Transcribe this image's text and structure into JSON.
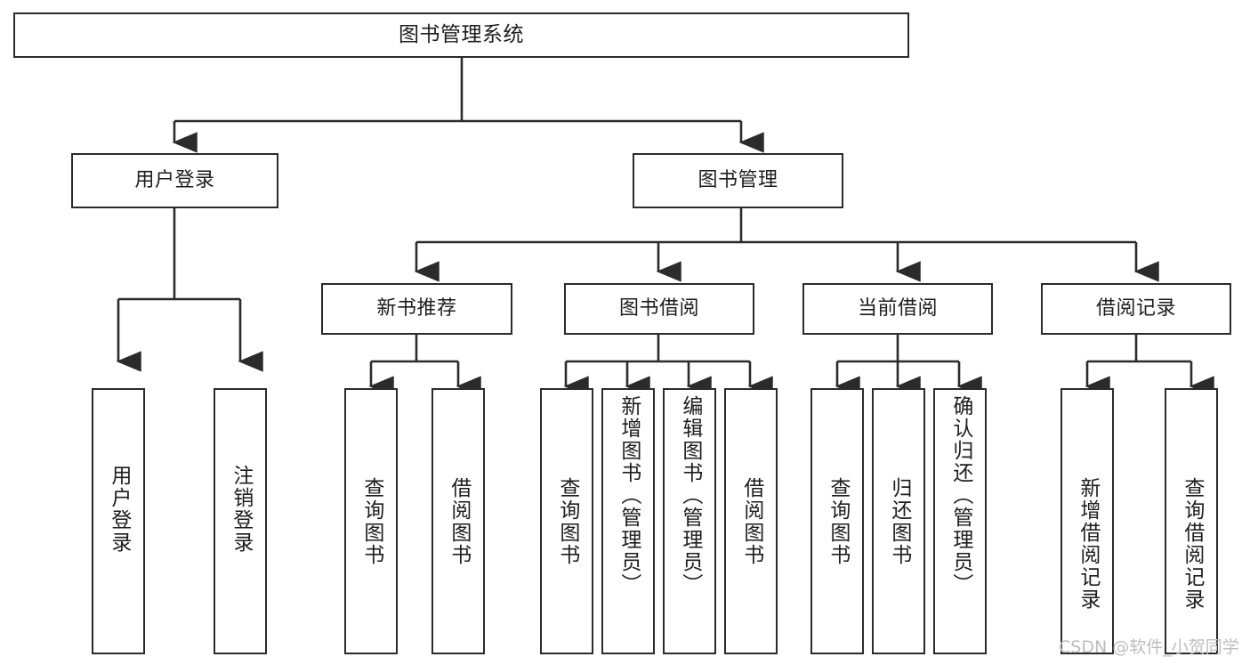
{
  "diagram": {
    "title": "图书管理系统",
    "stroke_color": "#2b2b2b",
    "text_color": "#1d1d1d",
    "background_color": "#ffffff",
    "watermark": "CSDN @软件_小贺同学",
    "watermark_color": "#bdbdbd",
    "levels": {
      "level1": {
        "root_label": "图书管理系统"
      },
      "level2": {
        "user_login": "用户登录",
        "book_manage": "图书管理"
      },
      "level3": {
        "new_book_recommend": "新书推荐",
        "book_borrow": "图书借阅",
        "current_borrow": "当前借阅",
        "borrow_record": "借阅记录"
      },
      "level4": {
        "user_login_children": [
          "用户登录",
          "注销登录"
        ],
        "new_book_recommend_children": [
          "查询图书",
          "借阅图书"
        ],
        "book_borrow_children": [
          "查询图书",
          "新增图书（管理员）",
          "编辑图书（管理员）",
          "借阅图书"
        ],
        "current_borrow_children": [
          "查询图书",
          "归还图书",
          "确认归还（管理员）"
        ],
        "borrow_record_children": [
          "新增借阅记录",
          "查询借阅记录"
        ]
      }
    }
  }
}
